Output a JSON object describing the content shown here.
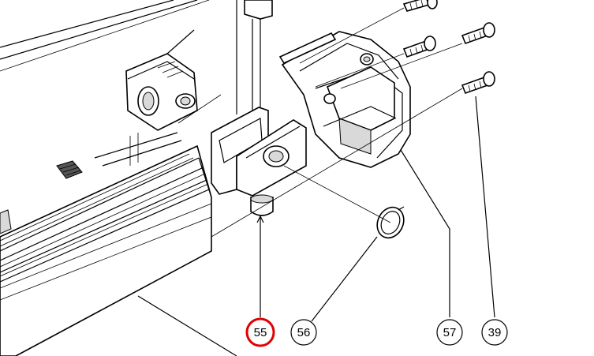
{
  "callouts": [
    {
      "id": "c55",
      "label": "55",
      "highlighted": true
    },
    {
      "id": "c56",
      "label": "56",
      "highlighted": false
    },
    {
      "id": "c57",
      "label": "57",
      "highlighted": false
    },
    {
      "id": "c39",
      "label": "39",
      "highlighted": false
    }
  ],
  "colors": {
    "highlight": "#e00000",
    "line": "#000000",
    "background": "#ffffff"
  }
}
